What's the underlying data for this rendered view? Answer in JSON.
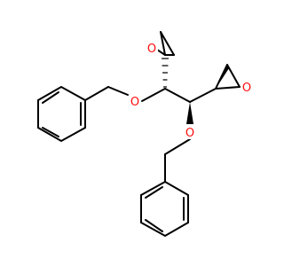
{
  "molecule": {
    "atoms": {
      "o_epoxide_top": "O",
      "o_benzyloxy_left": "O",
      "o_benzyloxy_bottom": "O",
      "o_epoxide_right": "O"
    }
  },
  "colors": {
    "bond": "#000000",
    "oxygen": "#ff0d0d",
    "background": "#ffffff"
  }
}
